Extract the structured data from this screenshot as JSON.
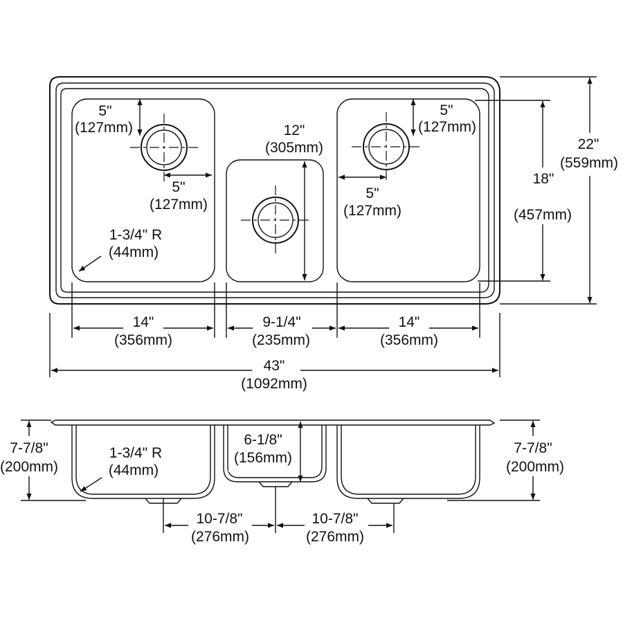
{
  "top_view": {
    "left_bowl": {
      "drain_offset_top": {
        "inch": "5\"",
        "mm": "(127mm)"
      },
      "drain_offset_side": {
        "inch": "5\"",
        "mm": "(127mm)"
      },
      "corner_radius": {
        "inch": "1-3/4\" R",
        "mm": "(44mm)"
      },
      "width": {
        "inch": "14\"",
        "mm": "(356mm)"
      }
    },
    "center_bowl": {
      "length": {
        "inch": "12\"",
        "mm": "(305mm)"
      },
      "width": {
        "inch": "9-1/4\"",
        "mm": "(235mm)"
      }
    },
    "right_bowl": {
      "drain_offset_top": {
        "inch": "5\"",
        "mm": "(127mm)"
      },
      "drain_offset_side": {
        "inch": "5\"",
        "mm": "(127mm)"
      },
      "length": {
        "inch": "18\"",
        "mm": "(457mm)"
      },
      "width": {
        "inch": "14\"",
        "mm": "(356mm)"
      }
    },
    "overall_depth": {
      "inch": "22\"",
      "mm": "(559mm)"
    },
    "overall_length": {
      "inch": "43\"",
      "mm": "(1092mm)"
    }
  },
  "front_view": {
    "left_depth": {
      "inch": "7-7/8\"",
      "mm": "(200mm)"
    },
    "left_corner_radius": {
      "inch": "1-3/4\" R",
      "mm": "(44mm)"
    },
    "center_depth": {
      "inch": "6-1/8\"",
      "mm": "(156mm)"
    },
    "right_depth": {
      "inch": "7-7/8\"",
      "mm": "(200mm)"
    },
    "drain_spacing_left": {
      "inch": "10-7/8\"",
      "mm": "(276mm)"
    },
    "drain_spacing_right": {
      "inch": "10-7/8\"",
      "mm": "(276mm)"
    }
  }
}
